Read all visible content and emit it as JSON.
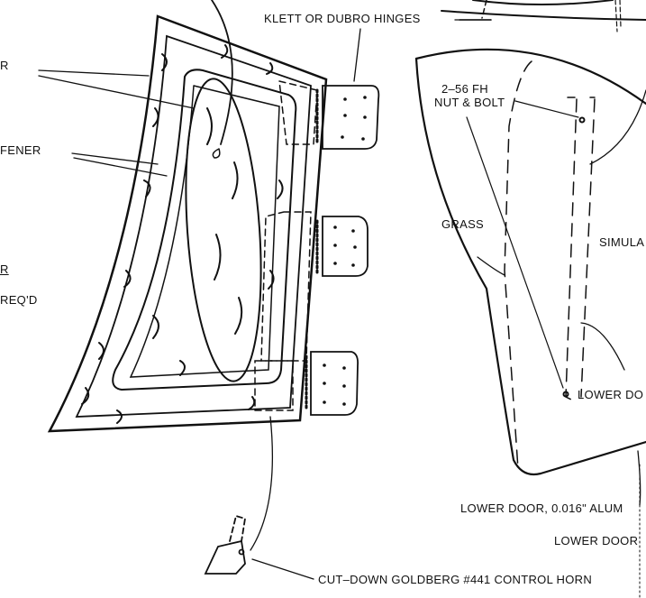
{
  "labels": {
    "left_label_1": "R",
    "left_label_2": "FENER",
    "left_label_3": "R",
    "left_label_4": "REQ'D",
    "hinges": "KLETT OR DUBRO HINGES",
    "fh_line1": "2–56 FH",
    "fh_line2": "NUT & BOLT",
    "grass": "GRASS",
    "simula": "SIMULA",
    "lower_do": "LOWER DO",
    "lower_door_alum": "LOWER DOOR, 0.016\" ALUM",
    "lower_door": "LOWER DOOR",
    "control_horn": "CUT–DOWN GOLDBERG #441 CONTROL HORN"
  },
  "colors": {
    "ink": "#111111",
    "paper": "#ffffff"
  }
}
